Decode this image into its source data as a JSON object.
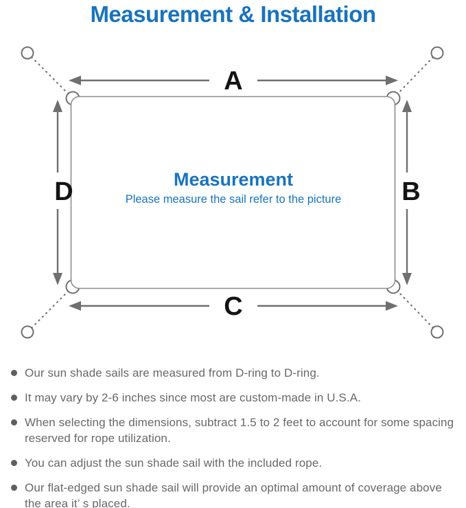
{
  "title": "Measurement & Installation",
  "colors": {
    "accent": "#1a73bc",
    "line": "#6f6f6f",
    "rect-line": "#8d8d8d",
    "label": "#141414",
    "note": "#686868"
  },
  "diagram": {
    "center_title": "Measurement",
    "center_subtitle": "Please measure the sail refer to the picture",
    "labels": {
      "top": "A",
      "right": "B",
      "bottom": "C",
      "left": "D"
    }
  },
  "notes": [
    "Our sun shade sails are measured from D-ring to D-ring.",
    "It may vary by 2-6 inches since most are custom-made in U.S.A.",
    "When selecting the dimensions, subtract 1.5 to 2 feet to account for some spacing reserved for rope utilization.",
    "You can adjust the sun shade sail with the included rope.",
    "Our flat-edged sun shade sail will provide an optimal amount of coverage above the area it’ s placed."
  ]
}
